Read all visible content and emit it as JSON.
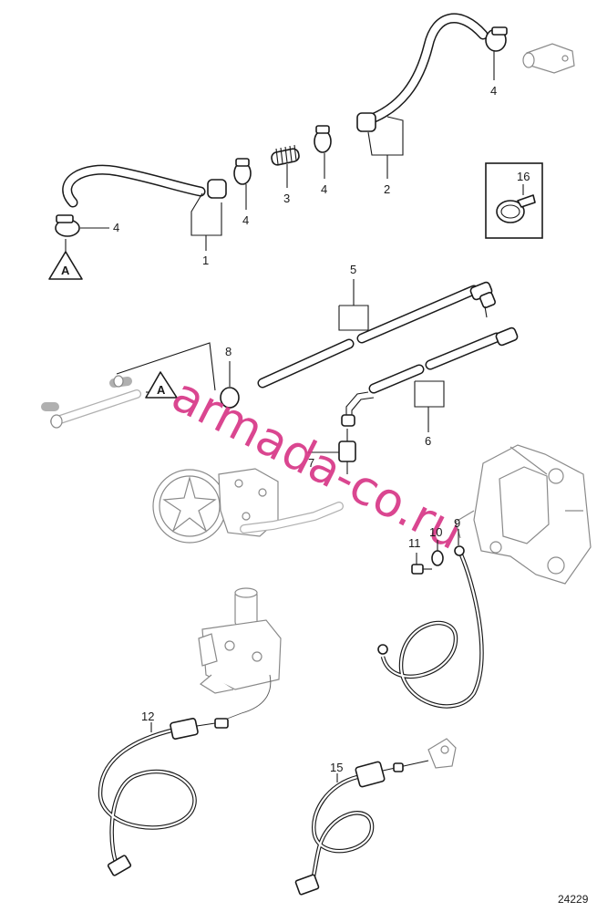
{
  "watermark": "armada-co.ru",
  "figure_number": "24229",
  "callouts": {
    "c1": "1",
    "c2": "2",
    "c3": "3",
    "c4a": "4",
    "c4b": "4",
    "c4c": "4",
    "c4d": "4",
    "c5": "5",
    "c6": "6",
    "c7": "7",
    "c8": "8",
    "c9": "9",
    "c10": "10",
    "c11": "11",
    "c12": "12",
    "c15": "15",
    "c16": "16"
  },
  "markers": {
    "a_top": "A",
    "a_mid": "A"
  }
}
